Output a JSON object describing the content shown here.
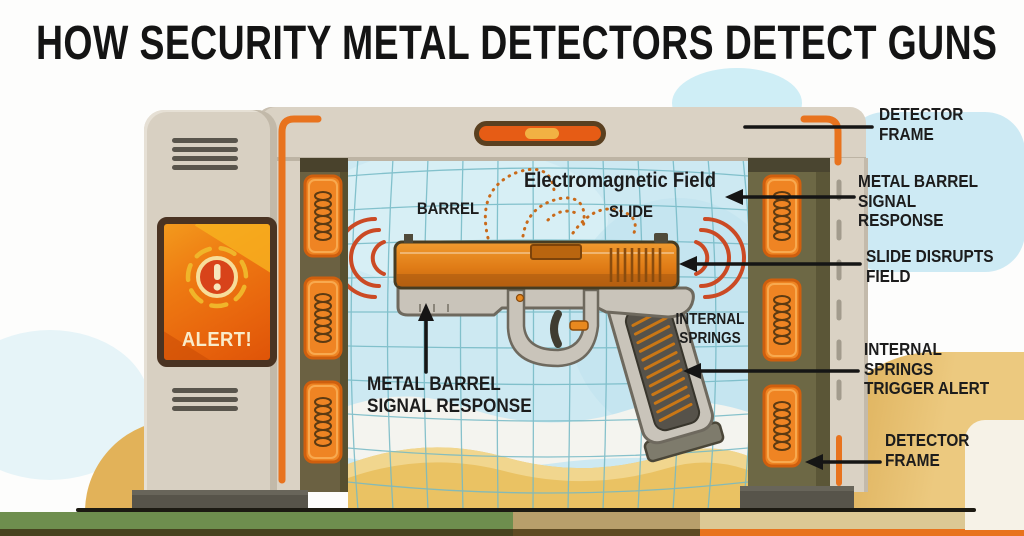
{
  "title": "HOW SECURITY METAL DETECTORS DETECT GUNS",
  "console": {
    "alert_label": "ALERT!"
  },
  "field_labels": {
    "electromagnetic_field": "Electromagnetic Field",
    "barrel": "BARREL",
    "slide": "SLIDE",
    "internal_springs": "INTERNAL\nSPRINGS",
    "metal_barrel_signal_response": "METAL BARREL\nSIGNAL RESPONSE"
  },
  "callouts": {
    "detector_frame_top": "DETECTOR\nFRAME",
    "metal_barrel_signal_response": "METAL BARREL\nSIGNAL RESPONSE",
    "slide_disrupts_field": "SLIDE DISRUPTS\nFIELD",
    "internal_springs_trigger_alert": "INTERNAL\nSPRINGS\nTRIGGER ALERT",
    "detector_frame_bottom": "DETECTOR\nFRAME"
  },
  "colors": {
    "accent_orange": "#e8731e",
    "alert_screen_orange": "#ee7a12",
    "frame_beige": "#dad2c4",
    "pillar_olive": "#6b6142",
    "field_blue": "#cde9f2",
    "grid_teal": "#74b9c5",
    "signal_red": "#cb4a24",
    "ground_green": "#6e8e4e",
    "sand": "#e9bd62",
    "text_dark": "#141414"
  }
}
